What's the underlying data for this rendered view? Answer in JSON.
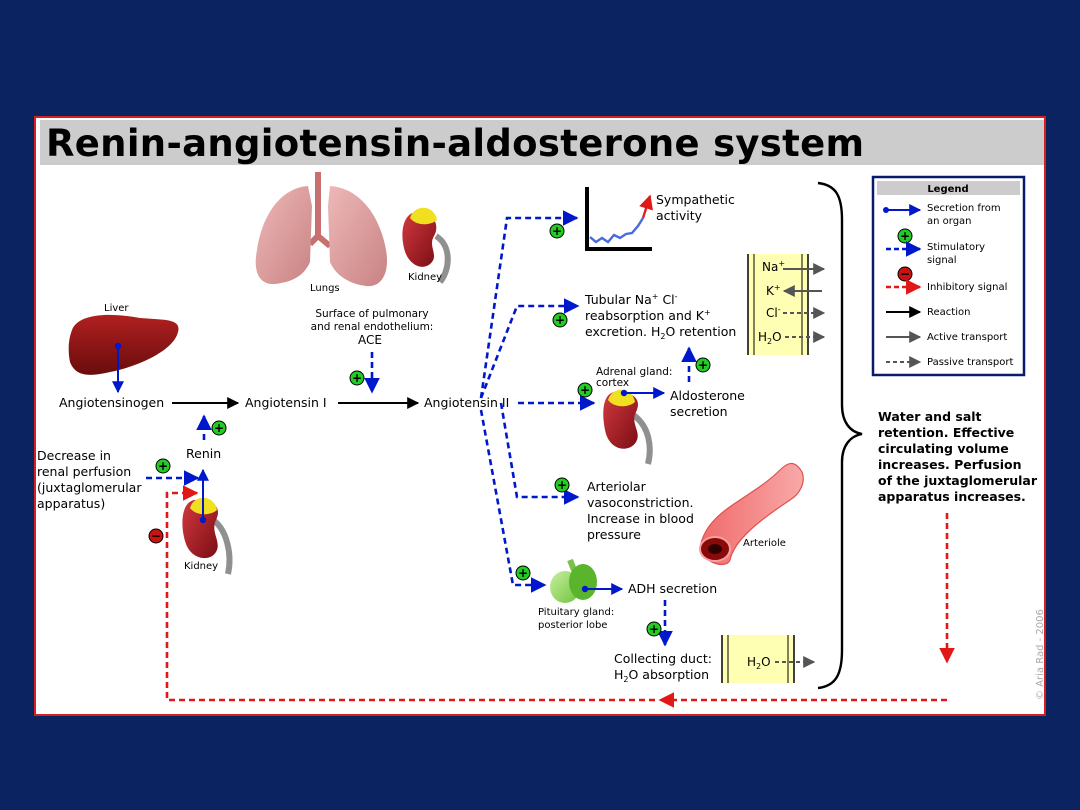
{
  "title": "Renin-angiotensin-aldosterone system",
  "organs": {
    "lungs": "Lungs",
    "kidney_top": "Kidney",
    "liver": "Liver",
    "kidney_bottom": "Kidney",
    "arteriole": "Arteriole"
  },
  "labels": {
    "ace_line1": "Surface of pulmonary",
    "ace_line2": "and renal endothelium:",
    "ace": "ACE",
    "angiotensinogen": "Angiotensinogen",
    "angiotensin1": "Angiotensin I",
    "angiotensin2": "Angiotensin II",
    "renin": "Renin",
    "decrease": [
      "Decrease in",
      "renal perfusion",
      "(juxtaglomerular",
      "apparatus)"
    ],
    "sympathetic": [
      "Sympathetic",
      "activity"
    ],
    "tubular_line1": "Tubular Na",
    "tubular_na_sup": "+",
    "tubular_cl": " Cl",
    "tubular_cl_sup": "-",
    "tubular_line2": "reabsorption and K",
    "tubular_k_sup": "+",
    "tubular_line3_a": "excretion. H",
    "tubular_line3_sub": "2",
    "tubular_line3_b": "O retention",
    "adrenal": [
      "Adrenal gland:",
      "cortex"
    ],
    "aldosterone": [
      "Aldosterone",
      "secretion"
    ],
    "arteriolar": [
      "Arteriolar",
      "vasoconstriction.",
      "Increase in blood",
      "pressure"
    ],
    "pituitary": [
      "Pituitary gland:",
      "posterior lobe"
    ],
    "adh": "ADH secretion",
    "collecting_line1": "Collecting duct:",
    "collecting_line2_a": "H",
    "collecting_line2_sub": "2",
    "collecting_line2_b": "O absorption",
    "water_salt": [
      "Water and salt",
      "retention. Effective",
      "circulating volume",
      "increases. Perfusion",
      "of the juxtaglomerular",
      "apparatus increases."
    ],
    "copyright": "© Aria Rad - 2006"
  },
  "ions": {
    "na": "Na",
    "na_sup": "+",
    "k": "K",
    "k_sup": "+",
    "cl": "Cl",
    "cl_sup": "-",
    "h2o_a": "H",
    "h2o_sub": "2",
    "h2o_b": "O",
    "h2o2_a": "H",
    "h2o2_sub": "2",
    "h2o2_b": "O"
  },
  "legend": {
    "title": "Legend",
    "items": [
      [
        "Secretion from",
        "an organ"
      ],
      [
        "Stimulatory",
        "signal"
      ],
      [
        "Inhibitory signal"
      ],
      [
        "Reaction"
      ],
      [
        "Active transport"
      ],
      [
        "Passive transport"
      ]
    ]
  },
  "signs": {
    "plus": "+",
    "minus": "−"
  },
  "colors": {
    "background": "#0b2461",
    "stimulatory": "#0018cc",
    "inhibitory": "#e01818",
    "plus_badge": "#22cc22",
    "minus_badge": "#cc1111",
    "ion_box": "#ffffb4"
  }
}
